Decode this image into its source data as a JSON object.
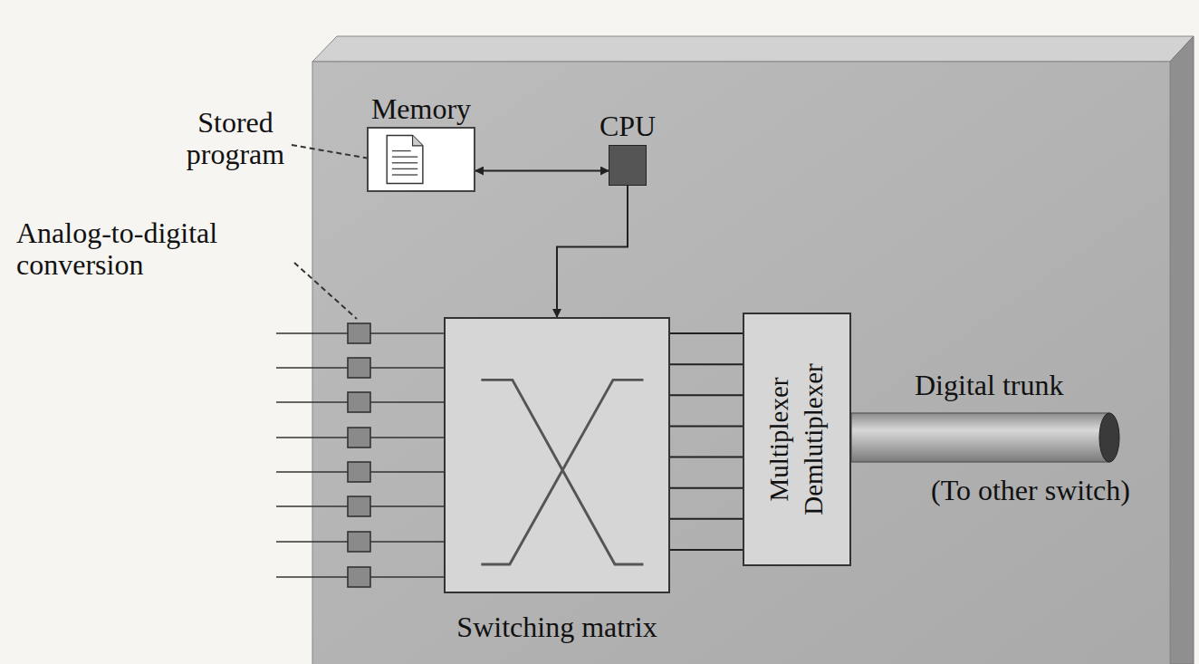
{
  "diagram": {
    "nodes": [
      {
        "text": [
          "Memory"
        ]
      },
      {
        "text": [
          "CPU"
        ]
      },
      {
        "text": [
          "Switching matrix"
        ]
      },
      {
        "text": [
          "Multiplexer",
          "Demlutiplexer"
        ]
      }
    ],
    "edges": [
      {
        "from": 0,
        "to": 1,
        "arrow": "both"
      },
      {
        "from": 1,
        "to": 2,
        "arrow": "to"
      },
      {
        "from": 2,
        "to": 3,
        "arrow": "none"
      },
      {
        "from": 2,
        "to": 3,
        "arrow": "none"
      },
      {
        "from": 2,
        "to": 3,
        "arrow": "none"
      },
      {
        "from": 2,
        "to": 3,
        "arrow": "none"
      },
      {
        "from": 2,
        "to": 3,
        "arrow": "none"
      },
      {
        "from": 2,
        "to": 3,
        "arrow": "none"
      },
      {
        "from": 2,
        "to": 3,
        "arrow": "none"
      },
      {
        "from": 2,
        "to": 3,
        "arrow": "none"
      }
    ],
    "labels": [
      "Stored program",
      "Analog-to-digital conversion",
      "Digital trunk",
      "(To other switch)"
    ]
  }
}
